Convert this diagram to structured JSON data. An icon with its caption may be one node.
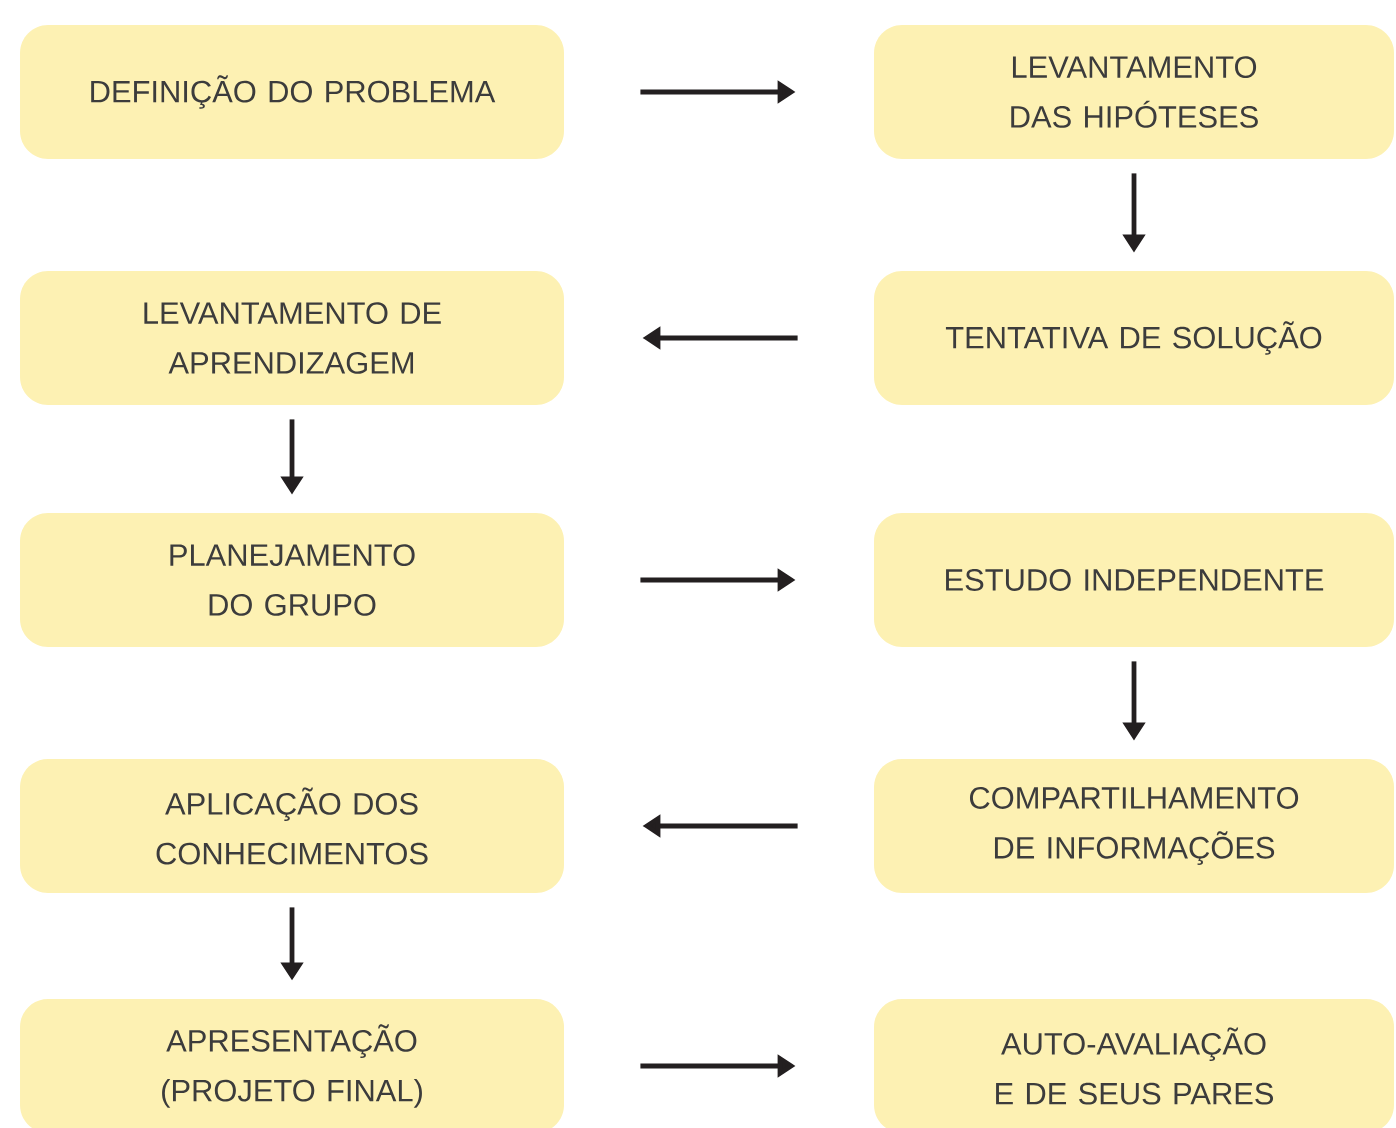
{
  "diagram": {
    "nodes": [
      {
        "text": [
          "DEFINIÇÃO DO PROBLEMA"
        ]
      },
      {
        "text": [
          "LEVANTAMENTO DAS HIPÓTESES"
        ]
      },
      {
        "text": [
          "LEVANTAMENTO DE APRENDIZAGEM"
        ]
      },
      {
        "text": [
          "TENTATIVA DE SOLUÇÃO"
        ]
      },
      {
        "text": [
          "PLANEJAMENTO DO GRUPO"
        ]
      },
      {
        "text": [
          "ESTUDO INDEPENDENTE"
        ]
      },
      {
        "text": [
          "APLICAÇÃO DOS CONHECIMENTOS"
        ]
      },
      {
        "text": [
          "COMPARTILHAMENTO DE INFORMAÇÕES"
        ]
      },
      {
        "text": [
          "APRESENTAÇÃO (PROJETO FINAL)"
        ]
      },
      {
        "text": [
          "AUTO-AVALIAÇÃO E DE SEUS PARES"
        ]
      }
    ],
    "edges": [
      {
        "from": 0,
        "to": 1,
        "arrow": "to"
      },
      {
        "from": 1,
        "to": 3,
        "arrow": "to"
      },
      {
        "from": 3,
        "to": 2,
        "arrow": "to"
      },
      {
        "from": 2,
        "to": 4,
        "arrow": "to"
      },
      {
        "from": 4,
        "to": 5,
        "arrow": "to"
      },
      {
        "from": 5,
        "to": 7,
        "arrow": "to"
      },
      {
        "from": 7,
        "to": 6,
        "arrow": "to"
      },
      {
        "from": 6,
        "to": 8,
        "arrow": "to"
      },
      {
        "from": 8,
        "to": 9,
        "arrow": "to"
      }
    ]
  }
}
